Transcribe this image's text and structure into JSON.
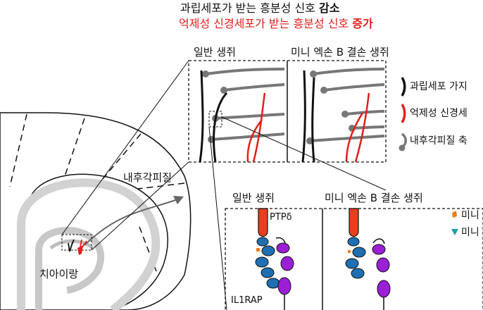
{
  "title": {
    "line1_text": "과립세포가 받는 흥분성 신호 ",
    "line1_emph": "감소",
    "line2_text": "억제성 신경세포가 받는 흥분성 신호 ",
    "line2_emph": "증가"
  },
  "brain": {
    "region_entorhinal": "내후각피질",
    "region_dentate": "치아이랑"
  },
  "top_panel": {
    "left_label": "일반 생쥐",
    "right_label": "미니 엑손 B 결손 생쥐"
  },
  "legend": {
    "granule": "과립세포 가지",
    "inhibitory": "억제성 신경세",
    "entorhinal": "내후각피질 축",
    "miniexon_orange": "미니 엑",
    "miniexon_teal": "미니 엑"
  },
  "bottom_panel": {
    "left_label": "일반 생쥐",
    "right_label": "미니 엑손 B 결손 생쥐",
    "ptp": "PTPδ",
    "il1rap": "IL1RAP"
  },
  "colors": {
    "red": "#e0201c",
    "gray": "#777777",
    "ptp_red": "#e8401e",
    "blue": "#1f6fb2",
    "purple": "#9b1fd6",
    "orange": "#f07c1a",
    "teal": "#1aa0b0",
    "brain_gray": "#d2d2d2"
  }
}
